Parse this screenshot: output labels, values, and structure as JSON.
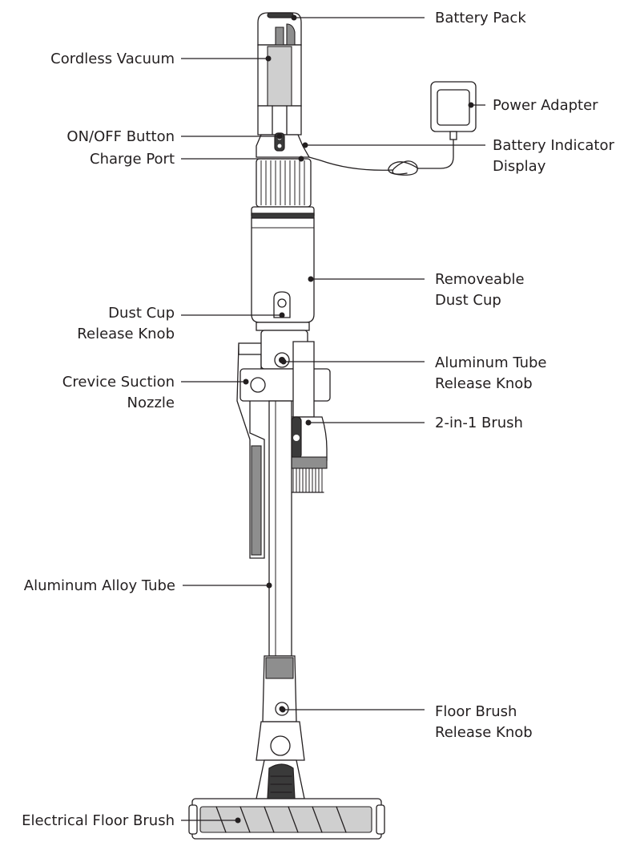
{
  "labels": {
    "battery_pack": "Battery Pack",
    "cordless_vacuum": "Cordless Vacuum",
    "power_adapter": "Power Adapter",
    "on_off_button": "ON/OFF Button",
    "charge_port": "Charge Port",
    "battery_indicator_line1": "Battery Indicator",
    "battery_indicator_line2": "Display",
    "removeable_dust_cup_line1": "Removeable",
    "removeable_dust_cup_line2": "Dust Cup",
    "dust_cup_release_line1": "Dust Cup",
    "dust_cup_release_line2": "Release Knob",
    "aluminum_tube_release_line1": "Aluminum Tube",
    "aluminum_tube_release_line2": "Release Knob",
    "crevice_nozzle_line1": "Crevice Suction",
    "crevice_nozzle_line2": "Nozzle",
    "two_in_one_brush": "2-in-1 Brush",
    "aluminum_alloy_tube": "Aluminum Alloy Tube",
    "floor_brush_release_line1": "Floor Brush",
    "floor_brush_release_line2": "Release Knob",
    "electrical_floor_brush": "Electrical Floor Brush"
  }
}
